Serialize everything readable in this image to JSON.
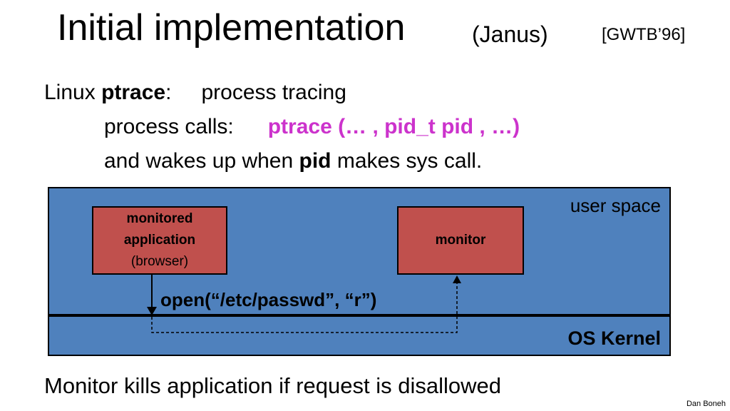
{
  "title": {
    "main": "Initial implementation",
    "sub": "(Janus)",
    "ref": "[GWTB’96]"
  },
  "lines": {
    "l1_prefix": "Linux ",
    "l1_bold": "ptrace",
    "l1_colon": ":",
    "l1_desc": "process tracing",
    "l2_prefix": "process calls:",
    "l2_code": "ptrace (… ,  pid_t  pid ,  …)",
    "l3_prefix": "and wakes up when  ",
    "l3_bold": "pid",
    "l3_suffix": "  makes sys call."
  },
  "diagram": {
    "user_space": "user space",
    "kernel": "OS Kernel",
    "app_line1": "monitored",
    "app_line2": "application",
    "app_line3": "(browser)",
    "monitor": "monitor",
    "syscall": "open(“/etc/passwd”,  “r”)",
    "colors": {
      "user_space": "#4f81bd",
      "process_box": "#c0504d",
      "code": "#cc33cc"
    }
  },
  "footer": "Monitor kills application if request is disallowed",
  "credit": "Dan Boneh"
}
